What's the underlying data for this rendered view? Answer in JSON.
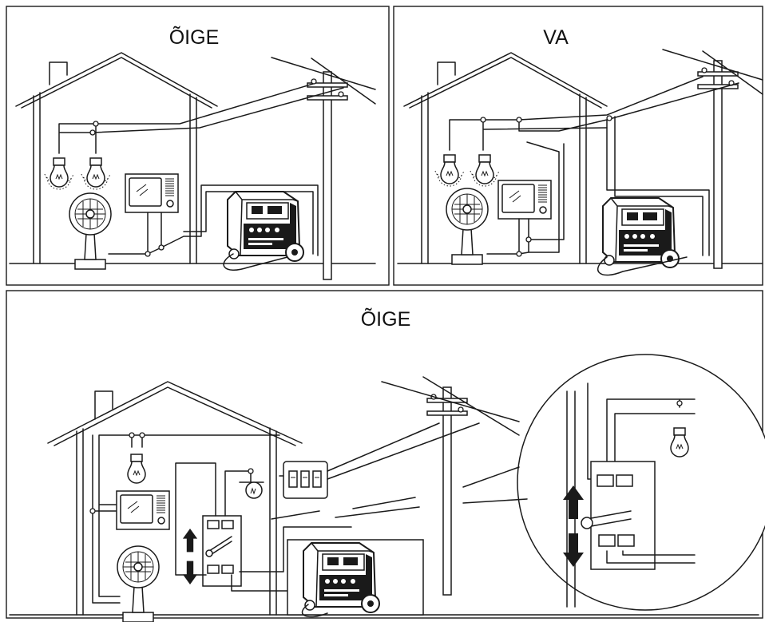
{
  "panels": {
    "top_left": {
      "title": "ÕIGE"
    },
    "top_right": {
      "title": "VA"
    },
    "bottom": {
      "title": "ÕIGE"
    }
  }
}
